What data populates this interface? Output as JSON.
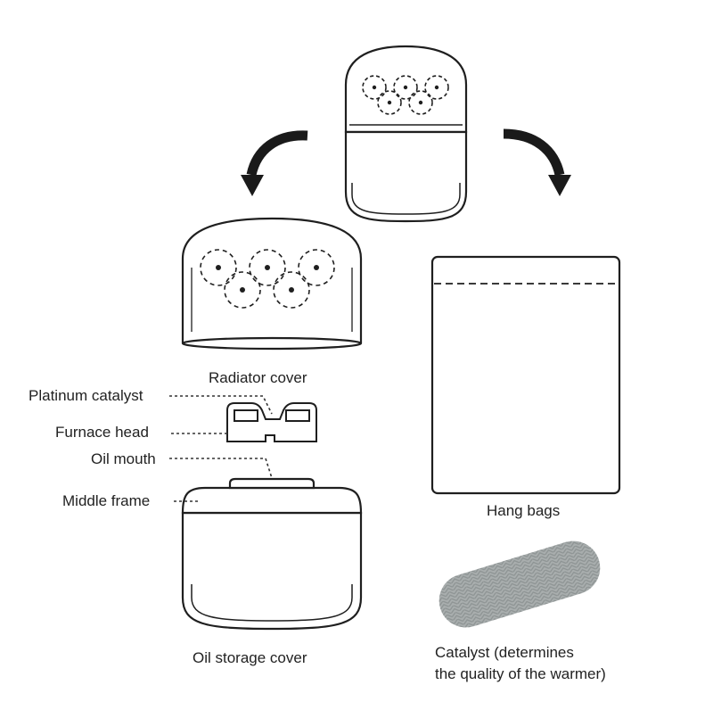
{
  "labels": {
    "radiator_cover": "Radiator cover",
    "platinum_catalyst": "Platinum catalyst",
    "furnace_head": "Furnace head",
    "oil_mouth": "Oil mouth",
    "middle_frame": "Middle frame",
    "oil_storage_cover": "Oil storage cover",
    "hang_bags": "Hang bags",
    "catalyst_line1": "Catalyst (determines",
    "catalyst_line2": "the quality of the warmer)"
  },
  "colors": {
    "stroke": "#1f1f1f",
    "catalyst_fill": "#a9aeae",
    "catalyst_texture": "#8e9494"
  },
  "icons": [
    "curved-arrow-left-icon",
    "curved-arrow-right-icon"
  ]
}
